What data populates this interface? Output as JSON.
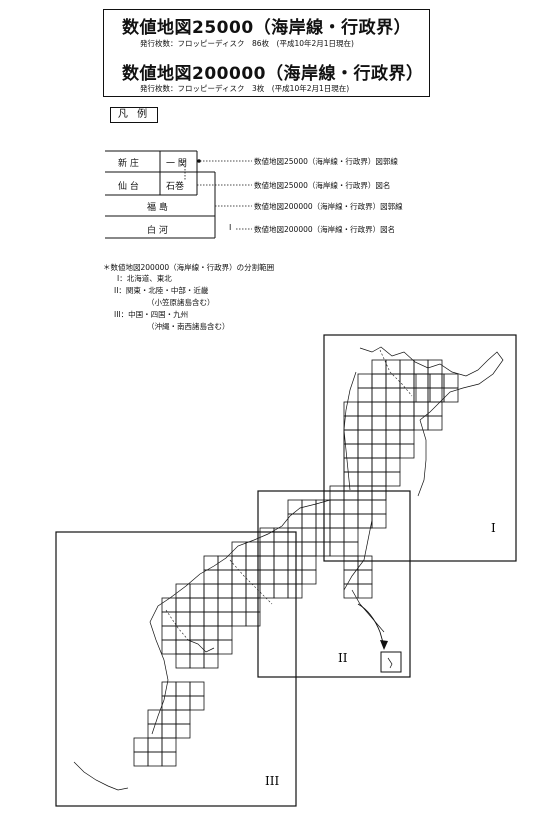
{
  "title_box": {
    "title_25000": "数値地図25000（海岸線・行政界）",
    "subtitle_25000": "発行枚数：フロッピーディスク　86枚　(平成10年2月1日現在)",
    "title_200000": "数値地図200000（海岸線・行政界）",
    "subtitle_200000": "発行枚数：フロッピーディスク　3枚　(平成10年2月1日現在)"
  },
  "legend": {
    "label": "凡 例",
    "cells": {
      "shinjo": "新 庄",
      "ichinoseki": "一 関",
      "sendai": "仙 台",
      "ishinomaki": "石巻",
      "fukushima": "福 島",
      "shirakawa": "白 河",
      "roman_one": "I"
    },
    "descriptions": [
      "数値地図25000（海岸線・行政界）図郭線",
      "数値地図25000（海岸線・行政界）図名",
      "数値地図200000（海岸線・行政界）図郭線",
      "数値地図200000（海岸線・行政界）図名"
    ]
  },
  "division": {
    "heading": "＊数値地図200000（海岸線・行政界）の分割範囲",
    "items": [
      "I：北海道、東北",
      "II：関東・北陸・中部・近畿",
      "（小笠原諸島含む）",
      "III：中国・四国・九州",
      "（沖縄・南西諸島含む）"
    ]
  },
  "map": {
    "region_labels": [
      "I",
      "II",
      "III"
    ]
  }
}
